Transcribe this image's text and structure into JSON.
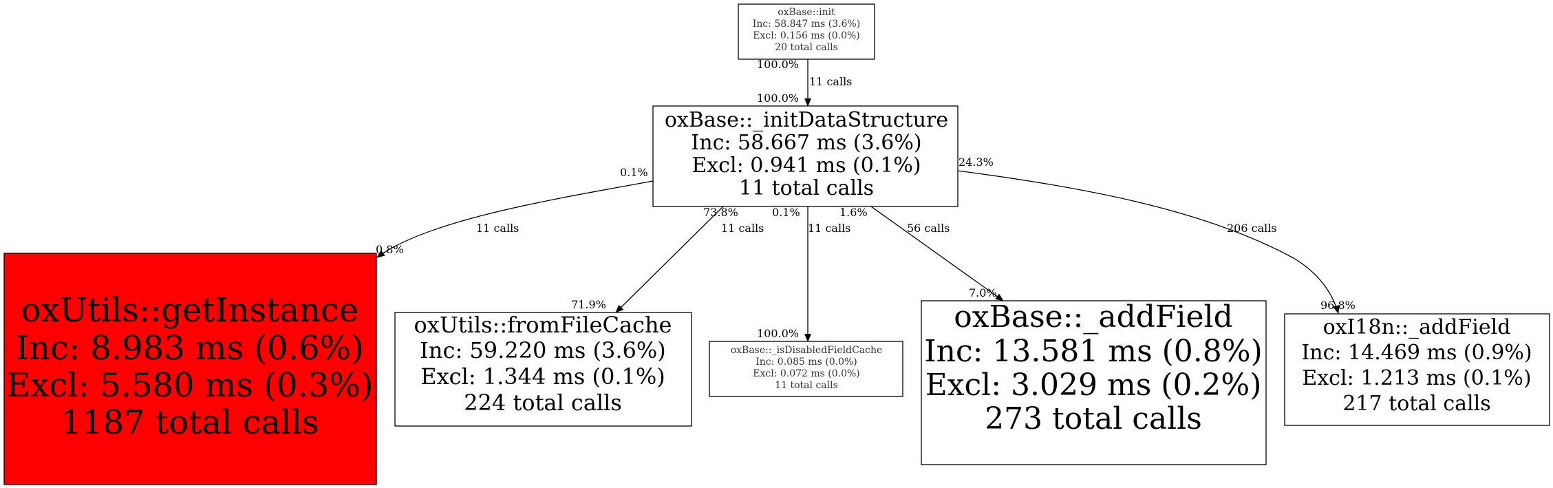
{
  "colors": {
    "hot": "#ff0000",
    "normal": "#ffffff",
    "stroke": "#000000",
    "small_text": "#333333"
  },
  "nodes": {
    "init": {
      "name": "oxBase::init",
      "inc": "Inc: 58.847 ms (3.6%)",
      "excl": "Excl: 0.156 ms (0.0%)",
      "calls": "20 total calls"
    },
    "initDataStructure": {
      "name": "oxBase::_initDataStructure",
      "inc": "Inc: 58.667 ms (3.6%)",
      "excl": "Excl: 0.941 ms (0.1%)",
      "calls": "11 total calls"
    },
    "getInstance": {
      "name": "oxUtils::getInstance",
      "inc": "Inc: 8.983 ms (0.6%)",
      "excl": "Excl: 5.580 ms (0.3%)",
      "calls": "1187 total calls"
    },
    "fromFileCache": {
      "name": "oxUtils::fromFileCache",
      "inc": "Inc: 59.220 ms (3.6%)",
      "excl": "Excl: 1.344 ms (0.1%)",
      "calls": "224 total calls"
    },
    "isDisabledFieldCache": {
      "name": "oxBase::_isDisabledFieldCache",
      "inc": "Inc: 0.085 ms (0.0%)",
      "excl": "Excl: 0.072 ms (0.0%)",
      "calls": "11 total calls"
    },
    "addField": {
      "name": "oxBase::_addField",
      "inc": "Inc: 13.581 ms (0.8%)",
      "excl": "Excl: 3.029 ms (0.2%)",
      "calls": "273 total calls"
    },
    "i18nAddField": {
      "name": "oxI18n::_addField",
      "inc": "Inc: 14.469 ms (0.9%)",
      "excl": "Excl: 1.213 ms (0.1%)",
      "calls": "217 total calls"
    }
  },
  "edges": {
    "init_to_ids": {
      "tail": "100.0%",
      "calls": "11 calls",
      "head": "100.0%"
    },
    "ids_to_getInstance": {
      "tail": "0.1%",
      "calls": "11 calls",
      "head": "0.8%"
    },
    "ids_to_fromFileCache": {
      "tail": "73.8%",
      "calls": "11 calls",
      "head": "71.9%"
    },
    "ids_to_isDisabled": {
      "tail": "0.1%",
      "calls": "11 calls",
      "head": "100.0%"
    },
    "ids_to_addField": {
      "tail": "1.6%",
      "calls": "56 calls",
      "head": "7.0%"
    },
    "ids_to_i18n": {
      "tail": "24.3%",
      "calls": "206 calls",
      "head": "96.8%"
    }
  }
}
